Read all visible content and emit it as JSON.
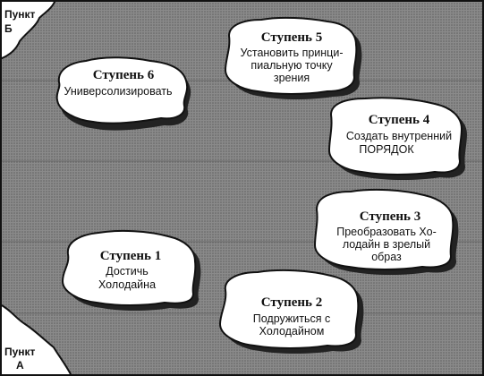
{
  "points": {
    "a": {
      "line1": "Пункт",
      "line2": "А"
    },
    "b": {
      "line1": "Пункт",
      "line2": "Б"
    }
  },
  "steps": [
    {
      "title": "Ступень 1",
      "lines": [
        "Достичь",
        "Холодайна"
      ]
    },
    {
      "title": "Ступень 2",
      "lines": [
        "Подружиться с",
        "Холодайном"
      ]
    },
    {
      "title": "Ступень 3",
      "lines": [
        "Преобразовать Хо-",
        "лодайн в зрелый",
        "образ"
      ]
    },
    {
      "title": "Ступень 4",
      "lines": [
        "Создать внутренний",
        "ПОРЯДОК"
      ]
    },
    {
      "title": "Ступень 5",
      "lines": [
        "Установить принци-",
        "пиальную точку",
        "зрения"
      ]
    },
    {
      "title": "Ступень 6",
      "lines": [
        "Универсолизировать"
      ]
    }
  ],
  "colors": {
    "background": "#7a7a7a",
    "island": "#ffffff",
    "ink": "#111111"
  }
}
